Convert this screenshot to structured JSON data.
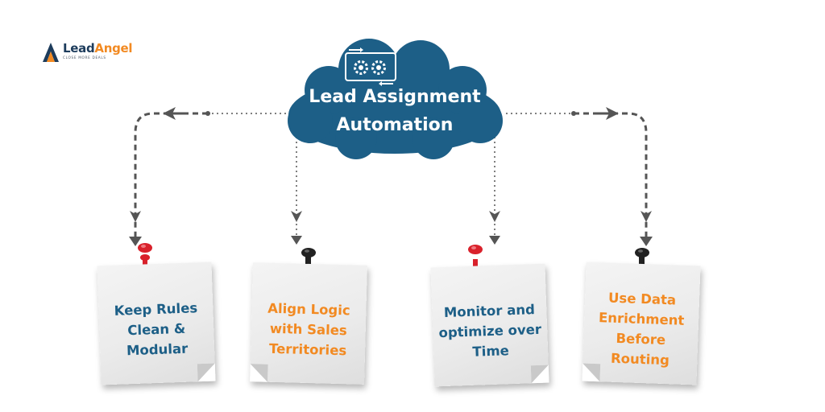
{
  "logo": {
    "name_part1": "Lead",
    "name_part2": "Angel",
    "tagline": "CLOSE MORE DEALS"
  },
  "hub": {
    "title_line1": "Lead Assignment",
    "title_line2": "Automation"
  },
  "notes": [
    {
      "text": "Keep Rules Clean & Modular",
      "text_color": "#1d5f87",
      "pin": "red"
    },
    {
      "text": "Align Logic with Sales Territories",
      "text_color": "#f28a22",
      "pin": "black"
    },
    {
      "text": "Monitor and optimize over Time",
      "text_color": "#1d5f87",
      "pin": "red"
    },
    {
      "text": "Use Data Enrichment Before Routing",
      "text_color": "#f28a22",
      "pin": "black"
    }
  ],
  "colors": {
    "cloud": "#1d5f87",
    "navy": "#1d3c5c",
    "orange": "#f28a22",
    "blue_text": "#1d5f87",
    "orange_text": "#f28a22",
    "connector": "#555555",
    "pin_red": "#d9212b",
    "pin_black": "#222222"
  }
}
